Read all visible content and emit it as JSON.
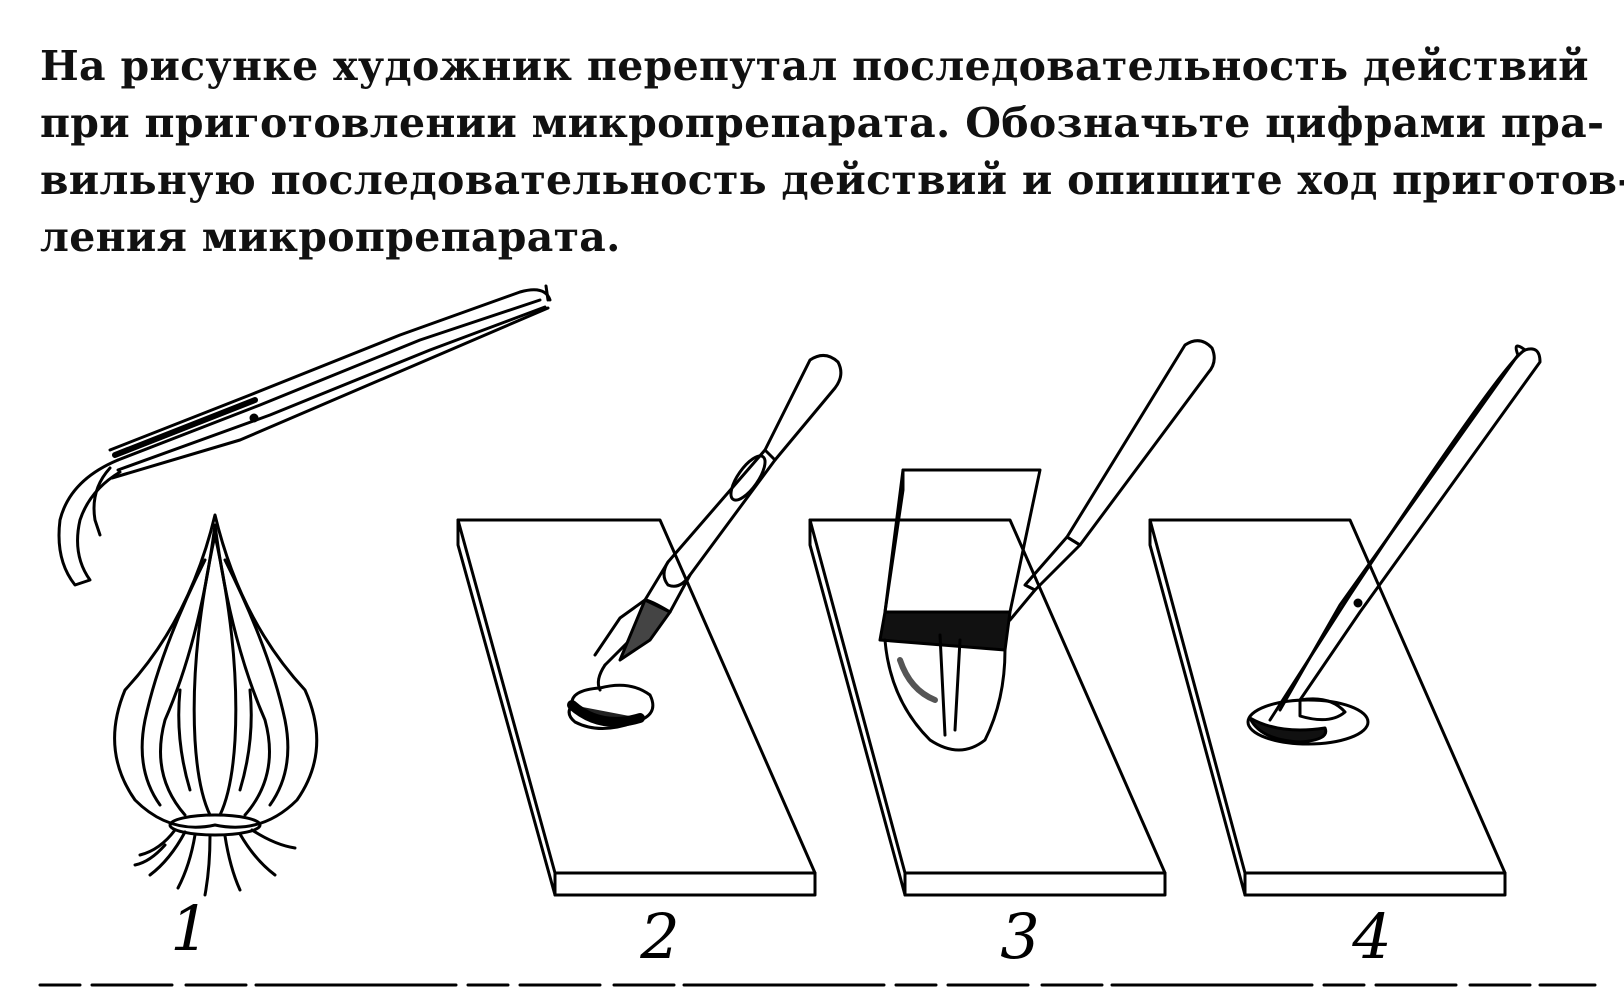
{
  "task": {
    "lines": [
      "На рисунке художник перепутал последовательность действий",
      "при приготовлении микропрепарата. Обозначьте цифрами пра-",
      "вильную последовательность действий и опишите ход приготов-",
      "ления микропрепарата."
    ]
  },
  "figure": {
    "labels": [
      "1",
      "2",
      "3",
      "4"
    ],
    "items": [
      {
        "number": "1",
        "depicts": "onion-bulb-and-tweezers-icon"
      },
      {
        "number": "2",
        "depicts": "pipette-drop-on-slide-icon"
      },
      {
        "number": "3",
        "depicts": "coverslip-and-needle-on-slide-icon"
      },
      {
        "number": "4",
        "depicts": "tweezers-placing-film-on-slide-icon"
      }
    ]
  },
  "colors": {
    "ink": "#000000",
    "paper": "#ffffff"
  }
}
